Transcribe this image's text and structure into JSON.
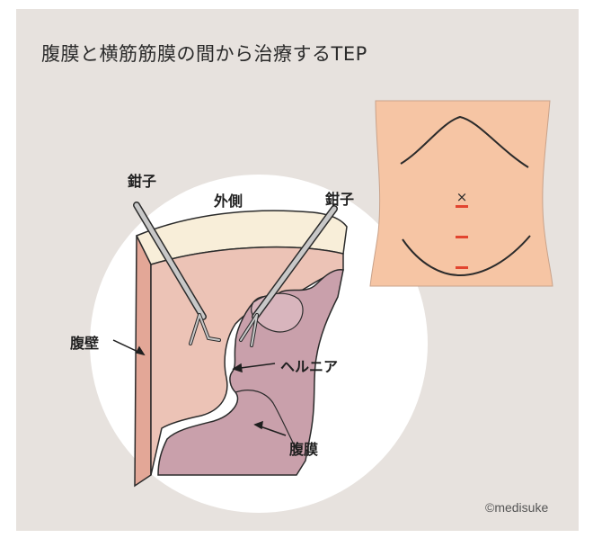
{
  "title": "腹膜と横筋筋膜の間から治療するTEP",
  "labels": {
    "forceps_left": "鉗子",
    "forceps_right": "鉗子",
    "outer_side": "外側",
    "abdominal_wall": "腹壁",
    "hernia": "ヘルニア",
    "peritoneum": "腹膜"
  },
  "torso_markers": {
    "top_marker": "×"
  },
  "credit": "©medisuke",
  "colors": {
    "background": "#e7e2de",
    "circle": "#ffffff",
    "skin": "#f6c5a4",
    "wall": "#ecc3b6",
    "peritoneum": "#c9a0ab",
    "marker_red": "#e2452f"
  }
}
